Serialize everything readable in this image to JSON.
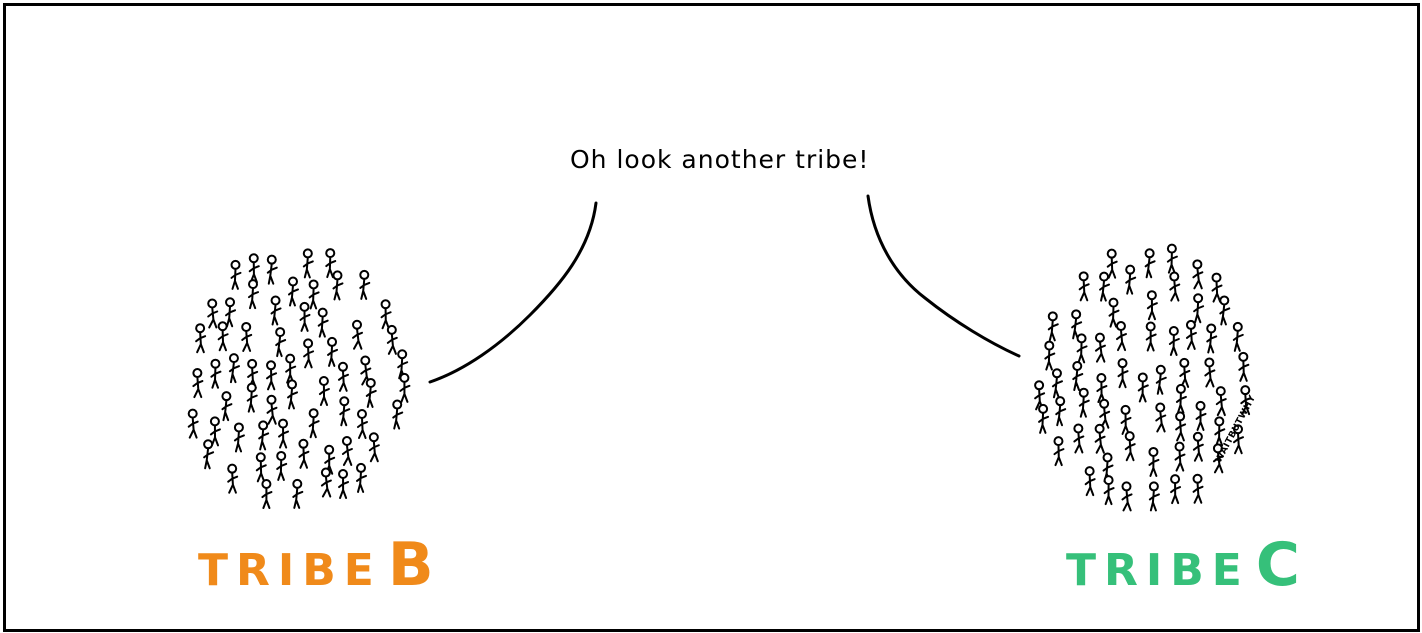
{
  "speech": {
    "text": "Oh look another tribe!"
  },
  "tribes": [
    {
      "label_small": "TRIBE",
      "label_big": "B",
      "color": "#F08A1A"
    },
    {
      "label_small": "TRIBE",
      "label_big": "C",
      "color": "#36C07A"
    }
  ],
  "watermark": {
    "text": "WAITBUTWHY"
  }
}
